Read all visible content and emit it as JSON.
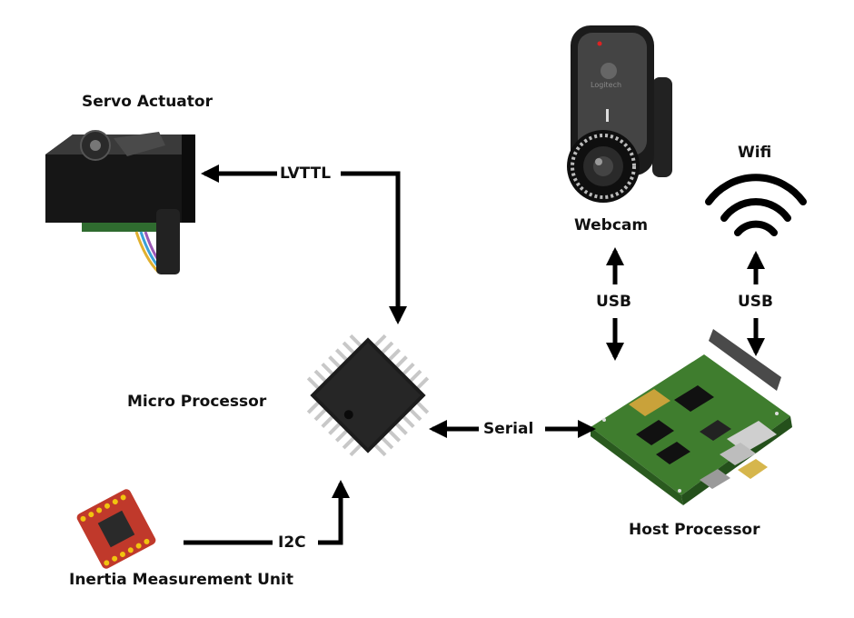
{
  "labels": {
    "servo": "Servo Actuator",
    "webcam": "Webcam",
    "wifi": "Wifi",
    "micro": "Micro Processor",
    "host": "Host Processor",
    "imu": "Inertia Measurement Unit"
  },
  "connections": {
    "lvttl": "LVTTL",
    "serial": "Serial",
    "i2c": "I2C",
    "usb_webcam": "USB",
    "usb_wifi": "USB"
  },
  "webcam_brand": "Logitech",
  "colors": {
    "line": "#000000",
    "pcb_green": "#3f7d2e",
    "imu_red": "#c0392b",
    "chip": "#1a1a1a"
  }
}
